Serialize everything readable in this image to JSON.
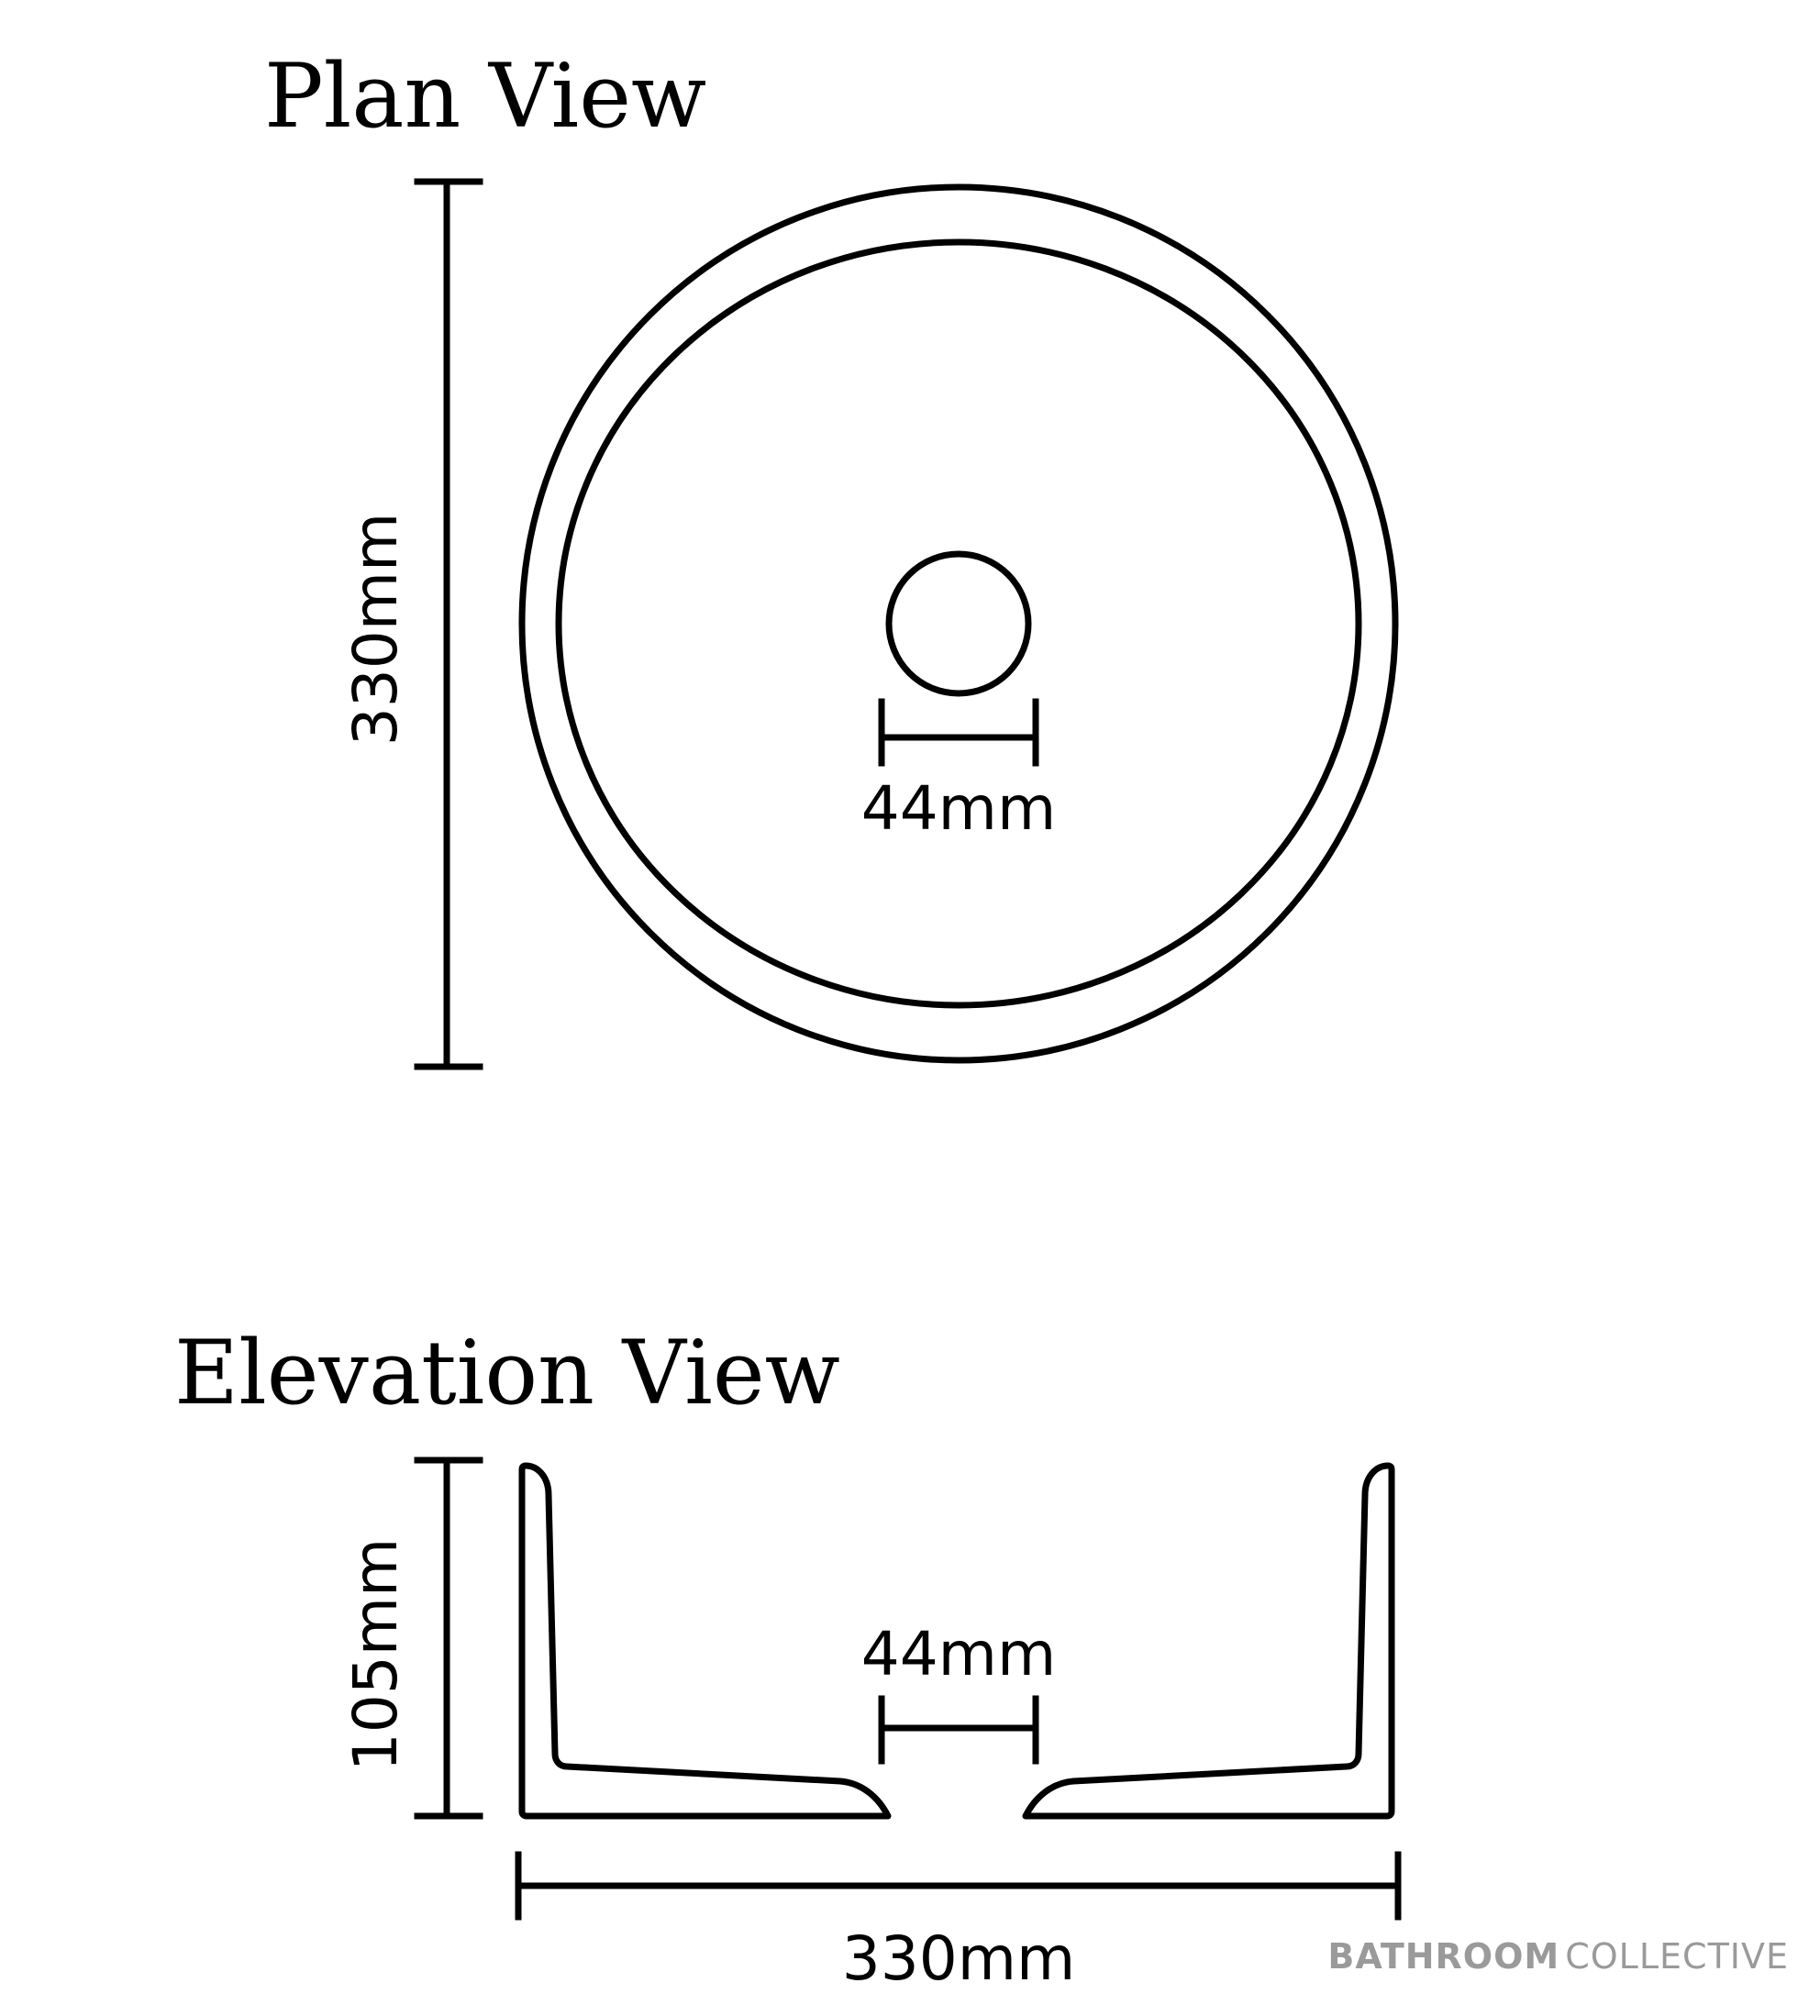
{
  "plan_view": {
    "title": "Plan View",
    "height_label": "330mm",
    "waste_label": "44mm"
  },
  "elevation_view": {
    "title": "Elevation View",
    "height_label": "105mm",
    "waste_label": "44mm",
    "width_label": "330mm"
  },
  "brand": {
    "bold": "BATHROOM",
    "light": "COLLECTIVE",
    "color": "#9a9a9a"
  },
  "colors": {
    "line": "#000000",
    "background": "#ffffff"
  }
}
